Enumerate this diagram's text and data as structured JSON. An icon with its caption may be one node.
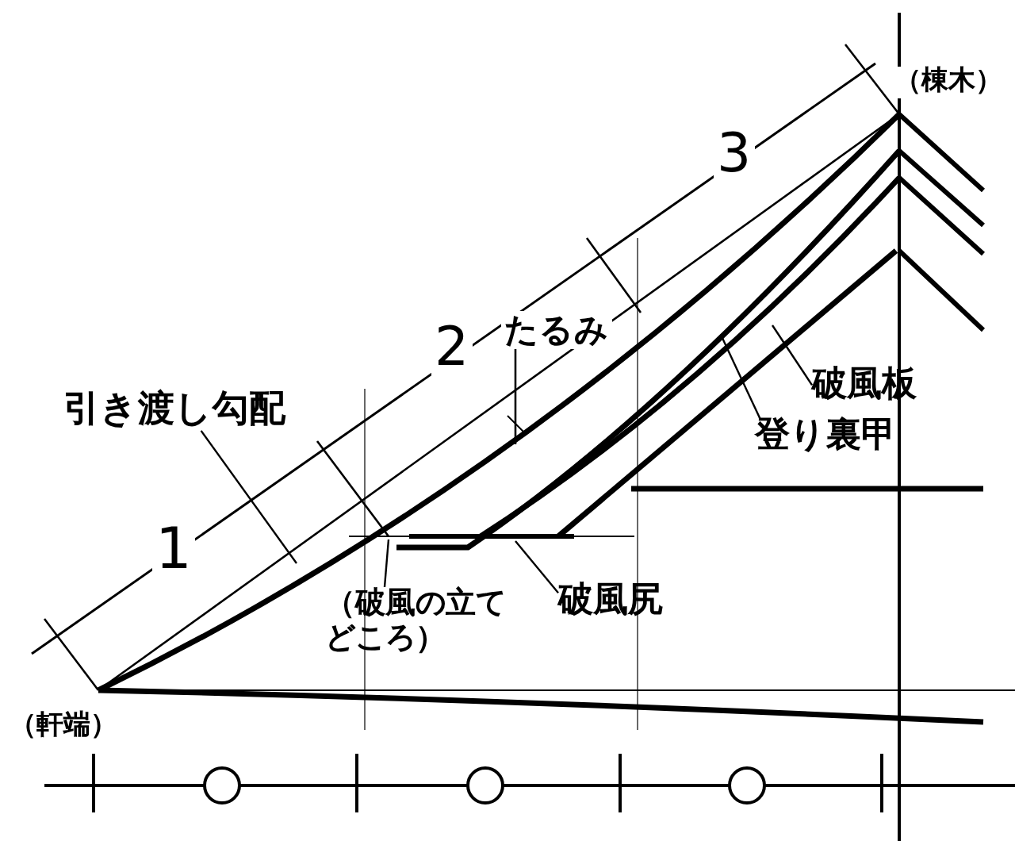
{
  "diagram": {
    "nodes": [
      {
        "text": [
          "引き渡し勾配"
        ]
      },
      {
        "text": [
          "（破風の立てどころ）"
        ]
      },
      {
        "text": [
          "破風尻"
        ]
      },
      {
        "text": [
          "破風板"
        ]
      },
      {
        "text": [
          "登り裏甲"
        ]
      }
    ],
    "edges": [
      {
        "from": 0,
        "to": null,
        "arrow": "none"
      },
      {
        "from": 1,
        "to": null,
        "arrow": "none"
      },
      {
        "from": 2,
        "to": null,
        "arrow": "none"
      },
      {
        "from": 3,
        "to": null,
        "arrow": "none"
      },
      {
        "from": 4,
        "to": null,
        "arrow": "none"
      }
    ],
    "labels": [
      "（棟木）",
      "3",
      "2",
      "たるみ",
      "1",
      "（軒端）"
    ]
  }
}
